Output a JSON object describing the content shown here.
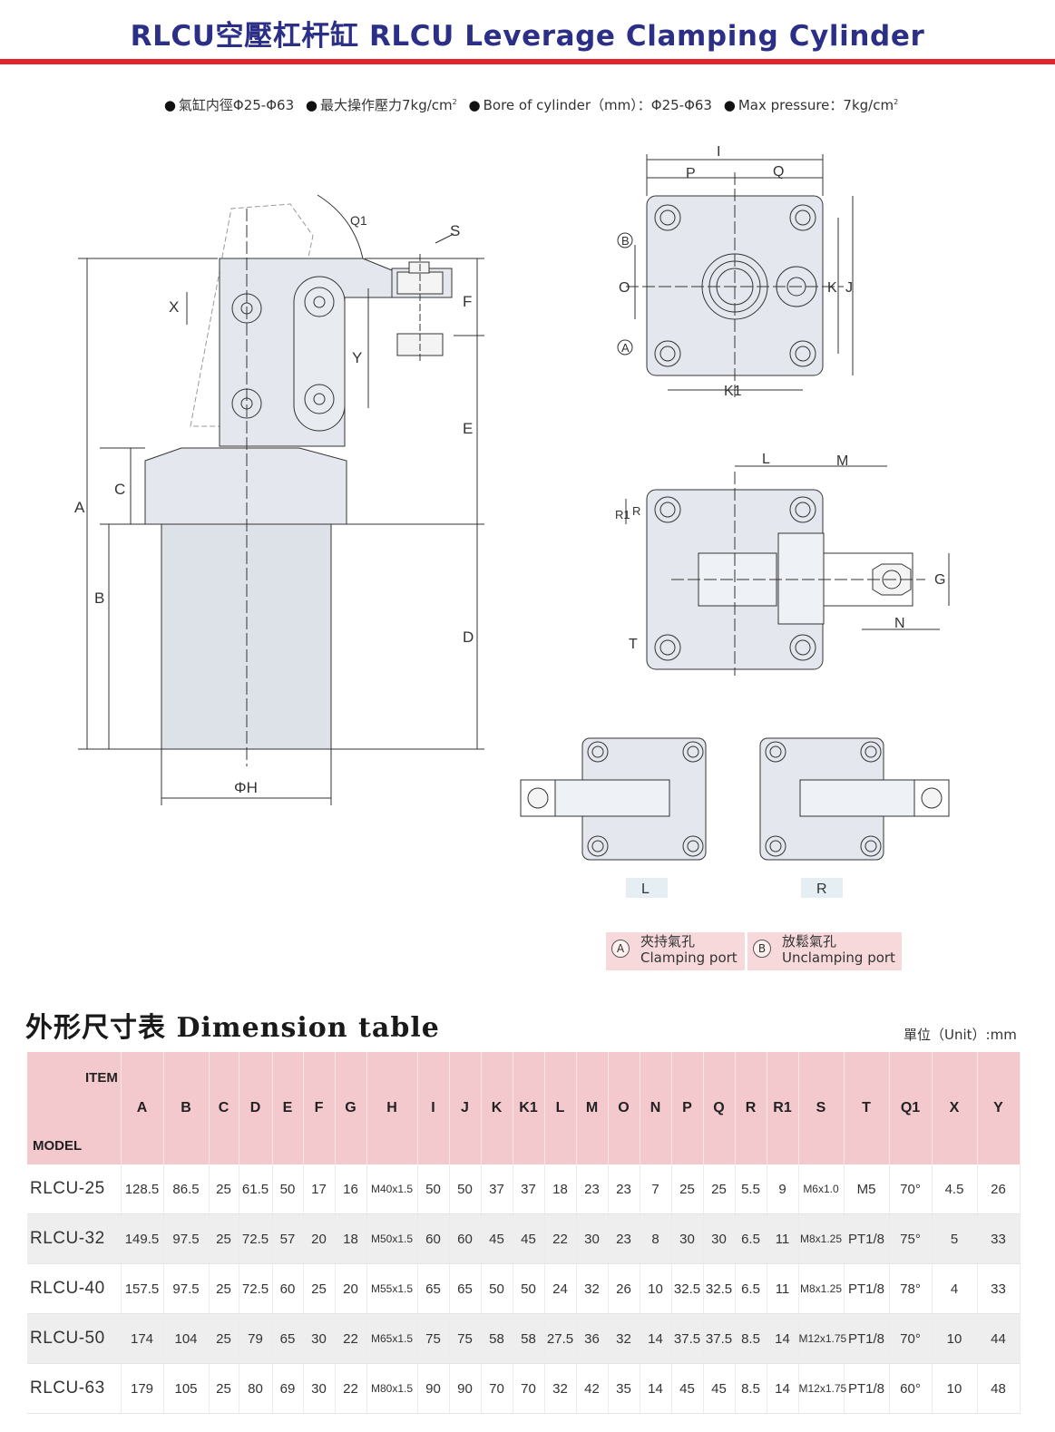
{
  "header": {
    "title": "RLCU空壓杠杆缸 RLCU Leverage Clamping Cylinder",
    "spec": {
      "bore_cn": "氣缸内徑Φ25-Φ63",
      "pressure_cn": "最大操作壓力7kg/cm",
      "bore_en": "Bore of cylinder（mm）：Φ25-Φ63",
      "pressure_en": "Max pressure：7kg/cm",
      "sup": "2"
    }
  },
  "drawing": {
    "labels": {
      "A": "A",
      "B": "B",
      "C": "C",
      "D": "D",
      "E": "E",
      "F": "F",
      "X": "X",
      "Y": "Y",
      "S": "S",
      "Q1": "Q1",
      "PhiH": "ΦH",
      "I": "I",
      "P": "P",
      "Q": "Q",
      "O": "O",
      "K": "K",
      "J": "J",
      "K1": "K1",
      "portB": "B",
      "portA": "A",
      "L": "L",
      "M": "M",
      "R1": "R1",
      "R": "R",
      "G": "G",
      "N": "N",
      "T": "T",
      "variantL": "L",
      "variantR": "R"
    }
  },
  "legend": {
    "a_symbol": "A",
    "a_cn": "夾持氣孔",
    "a_en": "Clamping port",
    "b_symbol": "B",
    "b_cn": "放鬆氣孔",
    "b_en": "Unclamping port"
  },
  "table": {
    "title": "外形尺寸表 Dimension table",
    "unit": "單位（Unit）:mm",
    "corner_item": "ITEM",
    "corner_model": "MODEL",
    "columns": [
      "A",
      "B",
      "C",
      "D",
      "E",
      "F",
      "G",
      "H",
      "I",
      "J",
      "K",
      "K1",
      "L",
      "M",
      "O",
      "N",
      "P",
      "Q",
      "R",
      "R1",
      "S",
      "T",
      "Q1",
      "X",
      "Y"
    ],
    "rows": [
      {
        "model": "RLCU-25",
        "values": [
          "128.5",
          "86.5",
          "25",
          "61.5",
          "50",
          "17",
          "16",
          "M40x1.5",
          "50",
          "50",
          "37",
          "37",
          "18",
          "23",
          "23",
          "7",
          "25",
          "25",
          "5.5",
          "9",
          "M6x1.0",
          "M5",
          "70°",
          "4.5",
          "26"
        ]
      },
      {
        "model": "RLCU-32",
        "values": [
          "149.5",
          "97.5",
          "25",
          "72.5",
          "57",
          "20",
          "18",
          "M50x1.5",
          "60",
          "60",
          "45",
          "45",
          "22",
          "30",
          "23",
          "8",
          "30",
          "30",
          "6.5",
          "11",
          "M8x1.25",
          "PT1/8",
          "75°",
          "5",
          "33"
        ]
      },
      {
        "model": "RLCU-40",
        "values": [
          "157.5",
          "97.5",
          "25",
          "72.5",
          "60",
          "25",
          "20",
          "M55x1.5",
          "65",
          "65",
          "50",
          "50",
          "24",
          "32",
          "26",
          "10",
          "32.5",
          "32.5",
          "6.5",
          "11",
          "M8x1.25",
          "PT1/8",
          "78°",
          "4",
          "33"
        ]
      },
      {
        "model": "RLCU-50",
        "values": [
          "174",
          "104",
          "25",
          "79",
          "65",
          "30",
          "22",
          "M65x1.5",
          "75",
          "75",
          "58",
          "58",
          "27.5",
          "36",
          "32",
          "14",
          "37.5",
          "37.5",
          "8.5",
          "14",
          "M12x1.75",
          "PT1/8",
          "70°",
          "10",
          "44"
        ]
      },
      {
        "model": "RLCU-63",
        "values": [
          "179",
          "105",
          "25",
          "80",
          "69",
          "30",
          "22",
          "M80x1.5",
          "90",
          "90",
          "70",
          "70",
          "32",
          "42",
          "35",
          "14",
          "45",
          "45",
          "8.5",
          "14",
          "M12x1.75",
          "PT1/8",
          "60°",
          "10",
          "48"
        ]
      }
    ]
  }
}
